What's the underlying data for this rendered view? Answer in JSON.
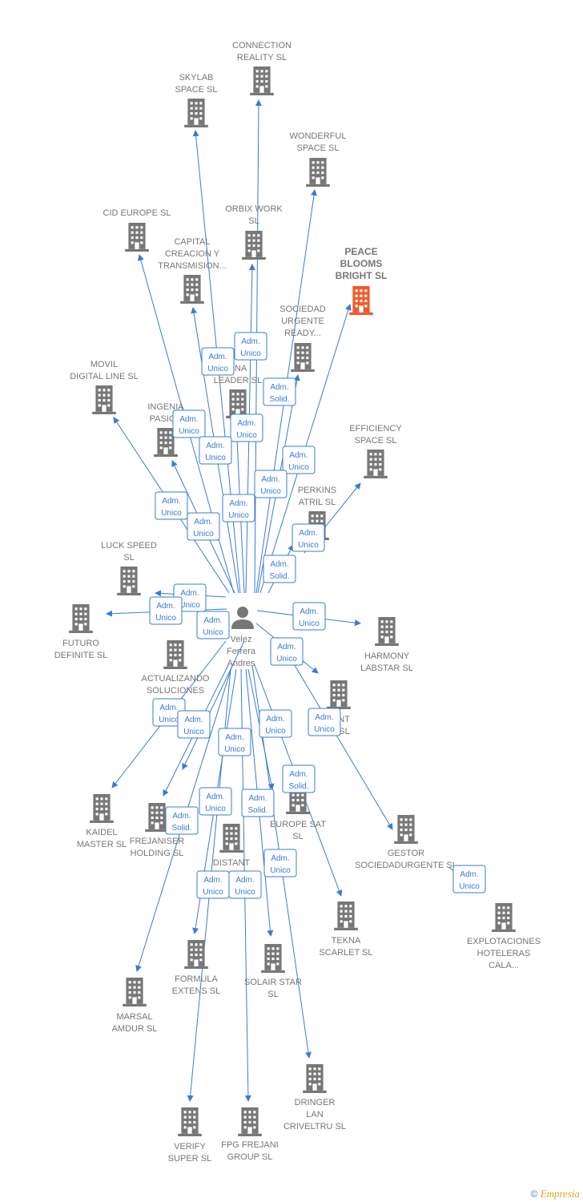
{
  "colors": {
    "edge": "#3a7bd5",
    "building": "#777777",
    "highlight": "#f05a28",
    "label": "#777777"
  },
  "person": {
    "name_lines": [
      "Velez",
      "Ferrera",
      "Andres"
    ]
  },
  "companies": [
    {
      "id": "connection",
      "lines": [
        "CONNECTION",
        "REALITY  SL"
      ]
    },
    {
      "id": "skylab",
      "lines": [
        "SKYLAB",
        "SPACE  SL"
      ]
    },
    {
      "id": "wonderful",
      "lines": [
        "WONDERFUL",
        "SPACE  SL"
      ]
    },
    {
      "id": "cid",
      "lines": [
        "CID EUROPE  SL"
      ]
    },
    {
      "id": "orbix",
      "lines": [
        "ORBIX WORK",
        "SL"
      ]
    },
    {
      "id": "capital",
      "lines": [
        "CAPITAL",
        "CREACION Y",
        "TRANSMISION..."
      ]
    },
    {
      "id": "peace",
      "lines": [
        "PEACE",
        "BLOOMS",
        "BRIGHT  SL"
      ],
      "highlight": true
    },
    {
      "id": "sociedad",
      "lines": [
        "SOCIEDAD",
        "URGENTE",
        "READY..."
      ]
    },
    {
      "id": "movil",
      "lines": [
        "MOVIL",
        "DIGITAL LINE SL"
      ]
    },
    {
      "id": "ana",
      "lines": [
        "ANA",
        "LEADER  SL"
      ]
    },
    {
      "id": "ingenia",
      "lines": [
        "INGENIA",
        "PASION"
      ]
    },
    {
      "id": "efficiency",
      "lines": [
        "EFFICIENCY",
        "SPACE SL"
      ]
    },
    {
      "id": "perkins",
      "lines": [
        "PERKINS",
        "ATRIL  SL"
      ]
    },
    {
      "id": "luck",
      "lines": [
        "LUCK SPEED",
        "SL"
      ]
    },
    {
      "id": "futuro",
      "lines": [
        "FUTURO",
        "DEFINITE  SL"
      ]
    },
    {
      "id": "harmony",
      "lines": [
        "HARMONY",
        "LABSTAR SL"
      ]
    },
    {
      "id": "actualizando",
      "lines": [
        "ACTUALIZANDO",
        "SOLUCIONES"
      ]
    },
    {
      "id": "distant1",
      "lines": [
        "TANT",
        "ID  SL"
      ]
    },
    {
      "id": "kaidel",
      "lines": [
        "KAIDEL",
        "MASTER  SL"
      ]
    },
    {
      "id": "frejaniser",
      "lines": [
        "FREJANISER",
        "HOLDING  SL"
      ]
    },
    {
      "id": "europesat",
      "lines": [
        "EUROPE SAT",
        "SL"
      ]
    },
    {
      "id": "gestor",
      "lines": [
        "GESTOR",
        "SOCIEDADURGENTE SL"
      ]
    },
    {
      "id": "distant2",
      "lines": [
        "DISTANT"
      ]
    },
    {
      "id": "explotaciones",
      "lines": [
        "EXPLOTACIONES",
        "HOTELERAS",
        "CALA..."
      ]
    },
    {
      "id": "tekna",
      "lines": [
        "TEKNA",
        "SCARLET  SL"
      ]
    },
    {
      "id": "formula",
      "lines": [
        "FORMULA",
        "EXTENS  SL"
      ]
    },
    {
      "id": "solair",
      "lines": [
        "SOLAIR STAR",
        "SL"
      ]
    },
    {
      "id": "marsal",
      "lines": [
        "MARSAL",
        "AMDUR  SL"
      ]
    },
    {
      "id": "dringer",
      "lines": [
        "DRINGER",
        "LAN",
        "CRIVELTRU SL"
      ]
    },
    {
      "id": "verify",
      "lines": [
        "VERIFY",
        "SUPER  SL"
      ]
    },
    {
      "id": "fpg",
      "lines": [
        "FPG FREJANI",
        "GROUP  SL"
      ]
    }
  ],
  "roles": [
    {
      "lines": [
        "Adm.",
        "Unico"
      ]
    },
    {
      "lines": [
        "Adm.",
        "Unico"
      ]
    },
    {
      "lines": [
        "Adm.",
        "Solid."
      ]
    },
    {
      "lines": [
        "Adm.",
        "Unico"
      ]
    },
    {
      "lines": [
        "Adm.",
        "Unico"
      ]
    },
    {
      "lines": [
        "Adm.",
        "Unico"
      ]
    },
    {
      "lines": [
        "Adm.",
        "Unico"
      ]
    },
    {
      "lines": [
        "Adm.",
        "Unico"
      ]
    },
    {
      "lines": [
        "Adm.",
        "Unico"
      ]
    },
    {
      "lines": [
        "Adm.",
        "Unico"
      ]
    },
    {
      "lines": [
        "Adm.",
        "Unico"
      ]
    },
    {
      "lines": [
        "Adm.",
        "Unico"
      ]
    },
    {
      "lines": [
        "Adm.",
        "Solid."
      ]
    },
    {
      "lines": [
        "Adm.",
        "Unico"
      ]
    },
    {
      "lines": [
        "Adm.",
        "Unico"
      ]
    },
    {
      "lines": [
        "Adm.",
        "Unico"
      ]
    },
    {
      "lines": [
        "Adm.",
        "Unico"
      ]
    },
    {
      "lines": [
        "Adm.",
        "Unico"
      ]
    },
    {
      "lines": [
        "Adm.",
        "Unico"
      ]
    },
    {
      "lines": [
        "Adm.",
        "Unico"
      ]
    },
    {
      "lines": [
        "Adm.",
        "Unico"
      ]
    },
    {
      "lines": [
        "Adm.",
        "Unico"
      ]
    },
    {
      "lines": [
        "Adm.",
        "Unico"
      ]
    },
    {
      "lines": [
        "Adm.",
        "Solid."
      ]
    },
    {
      "lines": [
        "Adm.",
        "Unico"
      ]
    },
    {
      "lines": [
        "Adm.",
        "Solid."
      ]
    },
    {
      "lines": [
        "Adm.",
        "Solid."
      ]
    },
    {
      "lines": [
        "Adm.",
        "Unico"
      ]
    },
    {
      "lines": [
        "Adm.",
        "Unico"
      ]
    },
    {
      "lines": [
        "Adm.",
        "Unico"
      ]
    },
    {
      "lines": [
        "Adm.",
        "Unico"
      ]
    },
    {
      "lines": [
        "Adm.",
        "Solid."
      ]
    }
  ],
  "footer": {
    "copyright": "©",
    "brand": "Empresia"
  }
}
